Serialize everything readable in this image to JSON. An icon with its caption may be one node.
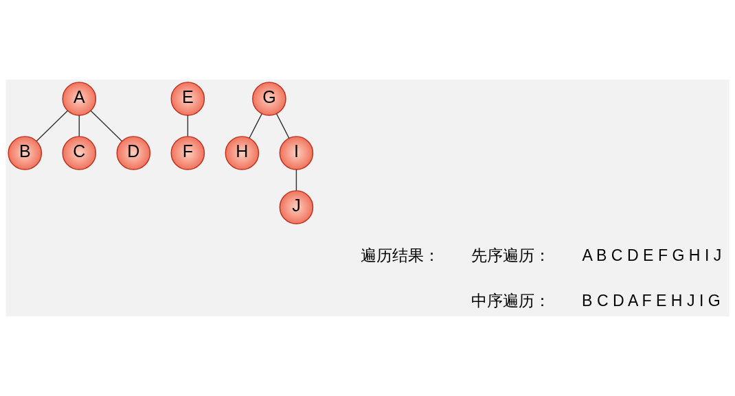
{
  "diagram": {
    "nodes": [
      {
        "text": [
          "A"
        ]
      },
      {
        "text": [
          "B"
        ]
      },
      {
        "text": [
          "C"
        ]
      },
      {
        "text": [
          "D"
        ]
      },
      {
        "text": [
          "E"
        ]
      },
      {
        "text": [
          "F"
        ]
      },
      {
        "text": [
          "G"
        ]
      },
      {
        "text": [
          "H"
        ]
      },
      {
        "text": [
          "I"
        ]
      },
      {
        "text": [
          "J"
        ]
      }
    ],
    "edges": [
      {
        "from": 0,
        "to": 1,
        "arrow": "none"
      },
      {
        "from": 0,
        "to": 2,
        "arrow": "none"
      },
      {
        "from": 0,
        "to": 3,
        "arrow": "none"
      },
      {
        "from": 4,
        "to": 5,
        "arrow": "none"
      },
      {
        "from": 6,
        "to": 7,
        "arrow": "none"
      },
      {
        "from": 6,
        "to": 8,
        "arrow": "none"
      },
      {
        "from": 8,
        "to": 9,
        "arrow": "none"
      }
    ],
    "labels": [
      "遍历结果：",
      "先序遍历：",
      "A B C D E F G H I J",
      "中序遍历：",
      "B C D A F E H J I G"
    ]
  }
}
